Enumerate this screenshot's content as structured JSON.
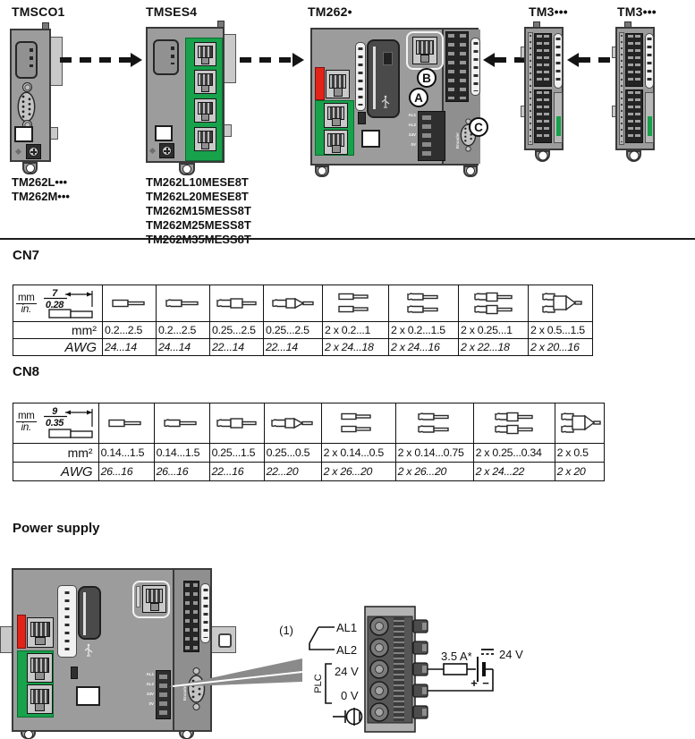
{
  "top_figure": {
    "tmsco1": {
      "title": "TMSCO1",
      "compat_line1": "TM262L•••",
      "compat_line2": "TM262M•••"
    },
    "tmses4": {
      "title": "TMSES4",
      "models": [
        "TM262L10MESE8T",
        "TM262L20MESE8T",
        "TM262M15MESS8T",
        "TM262M25MESS8T",
        "TM262M35MESS8T"
      ]
    },
    "tm262": {
      "title": "TM262•",
      "callout_a": "A",
      "callout_b": "B",
      "callout_c": "C",
      "encoder_label": "Encoder",
      "connector_labels": [
        "AL1",
        "AL2",
        "24V",
        "0V"
      ]
    },
    "tm3_left": {
      "title": "TM3•••"
    },
    "tm3_right": {
      "title": "TM3•••"
    }
  },
  "cn7": {
    "heading": "CN7",
    "dim": {
      "mm": "7",
      "inch": "0.28"
    },
    "units": {
      "top": "mm",
      "bottom": "in."
    },
    "row_labels": {
      "mm2": "mm²",
      "awg": "AWG"
    },
    "mm2": [
      "0.2...2.5",
      "0.2...2.5",
      "0.25...2.5",
      "0.25...2.5",
      "2 x 0.2...1",
      "2 x 0.2...1.5",
      "2 x 0.25...1",
      "2 x 0.5...1.5"
    ],
    "awg": [
      "24...14",
      "24...14",
      "22...14",
      "22...14",
      "2 x 24...18",
      "2 x 24...16",
      "2 x 22...18",
      "2 x 20...16"
    ]
  },
  "cn8": {
    "heading": "CN8",
    "dim": {
      "mm": "9",
      "inch": "0.35"
    },
    "units": {
      "top": "mm",
      "bottom": "in."
    },
    "row_labels": {
      "mm2": "mm²",
      "awg": "AWG"
    },
    "mm2": [
      "0.14...1.5",
      "0.14...1.5",
      "0.25...1.5",
      "0.25...0.5",
      "2 x 0.14...0.5",
      "2 x 0.14...0.75",
      "2 x 0.25...0.34",
      "2 x 0.5"
    ],
    "awg": [
      "26...16",
      "26...16",
      "22...16",
      "22...20",
      "2 x 26...20",
      "2 x 26...20",
      "2 x 24...22",
      "2 x 20"
    ]
  },
  "power": {
    "heading": "Power supply",
    "note": "(1)",
    "terminals": {
      "al1": "AL1",
      "al2": "AL2",
      "v24": "24 V",
      "v0": "0 V"
    },
    "plc": "PLC",
    "fuse": "3.5 A*",
    "supply_voltage": "24 V",
    "plus": "+",
    "minus": "−",
    "connector_labels": [
      "AL1",
      "AL2",
      "24V",
      "0V"
    ],
    "encoder_label": "Encoder"
  }
}
